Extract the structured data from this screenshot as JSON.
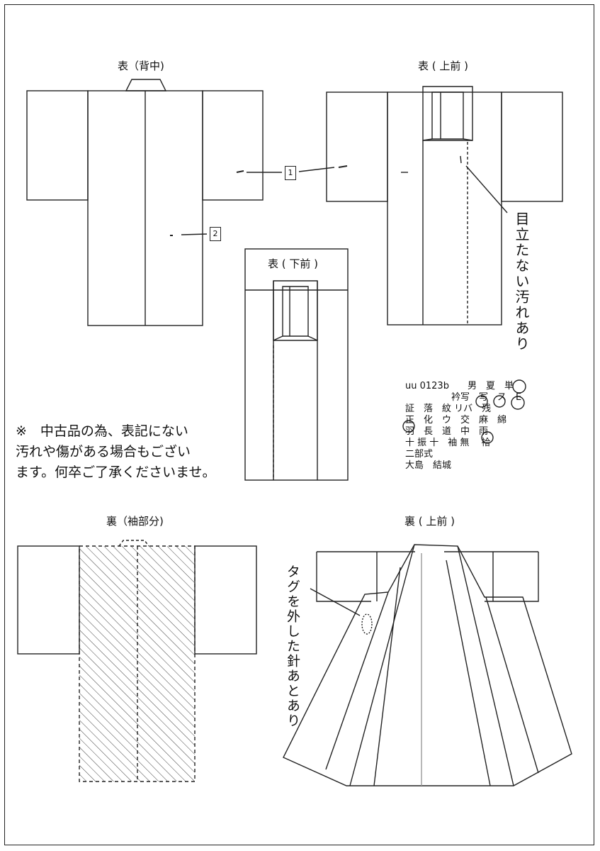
{
  "labels": {
    "back_top": "表（背中)",
    "front_upper": "表 ( 上前 )",
    "front_lower": "表 ( 下前 )",
    "lining_sleeve": "裏（袖部分)",
    "lining_upper": "裏 ( 上前 )"
  },
  "markers": {
    "m1": "1",
    "m2": "2"
  },
  "handwritten": {
    "front_note": "目立たない汚れあり",
    "lining_note": "タグを外した針あとあり"
  },
  "notice": [
    "※　中古品の為、表記にない",
    "汚れや傷がある場合もござい",
    "ます。何卒ご了承くださいませ。"
  ],
  "codes": [
    "uu 0123b　　男　夏　単",
    "　　　　　衿写　写　ス　E",
    "証　落　紋 リバ　残",
    "正　化　ウ　交　麻　綿",
    "羽　長　道　中　雨",
    "十 振 十　袖 無　 袷",
    "二部式",
    "大島　結城"
  ]
}
